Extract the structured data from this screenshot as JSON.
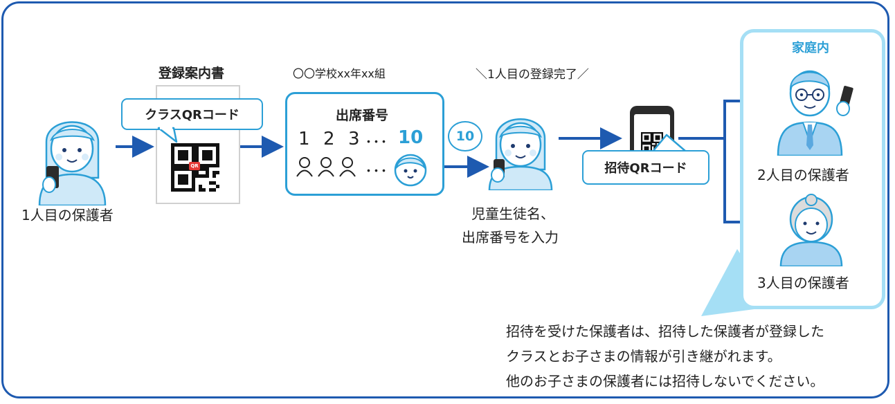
{
  "colors": {
    "frame_border": "#1e5ab0",
    "arrow": "#1e5ab0",
    "accent_cyan": "#2b9fd6",
    "family_border": "#a5dff5",
    "qr_badge": "#e53935"
  },
  "step1": {
    "person_icon": "parent-with-phone-icon",
    "label": "1人目の保護者"
  },
  "guide": {
    "title": "登録案内書",
    "callout": "クラスQRコード",
    "qr_icon": "class-qr-code-icon",
    "qr_badge": "QR"
  },
  "seat": {
    "class_label": "〇〇学校xx年xx組",
    "title": "出席番号",
    "numbers": [
      "1",
      "2",
      "3"
    ],
    "ellipsis": "･･･",
    "selected_number": "10",
    "child_icon": "child-face-icon"
  },
  "done": {
    "banner": "＼1人目の登録完了／",
    "bubble_number": "10",
    "label_line1": "児童生徒名、",
    "label_line2": "出席番号を入力"
  },
  "invite": {
    "phone_icon": "smartphone-qr-icon",
    "callout": "招待QRコード"
  },
  "family": {
    "title": "家庭内",
    "guardian2": "2人目の保護者",
    "guardian2_icon": "father-with-phone-icon",
    "guardian3": "3人目の保護者",
    "guardian3_icon": "grandmother-icon"
  },
  "note": {
    "line1": "招待を受けた保護者は、招待した保護者が登録した",
    "line2": "クラスとお子さまの情報が引き継がれます。",
    "line3": "他のお子さまの保護者には招待しないでください。"
  }
}
